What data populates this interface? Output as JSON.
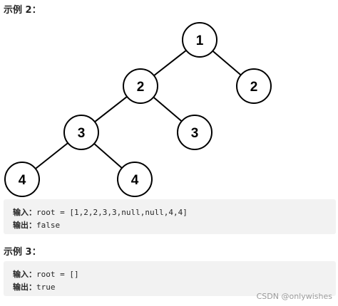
{
  "example2": {
    "heading": "示例 2：",
    "tree_nodes": [
      "1",
      "2",
      "2",
      "3",
      "3",
      "4",
      "4"
    ],
    "input_label": "输入：",
    "input_value": "root = [1,2,2,3,3,null,null,4,4]",
    "output_label": "输出：",
    "output_value": "false"
  },
  "example3": {
    "heading": "示例 3：",
    "input_label": "输入：",
    "input_value": "root = []",
    "output_label": "输出：",
    "output_value": "true"
  },
  "watermark": "CSDN @onlywishes"
}
